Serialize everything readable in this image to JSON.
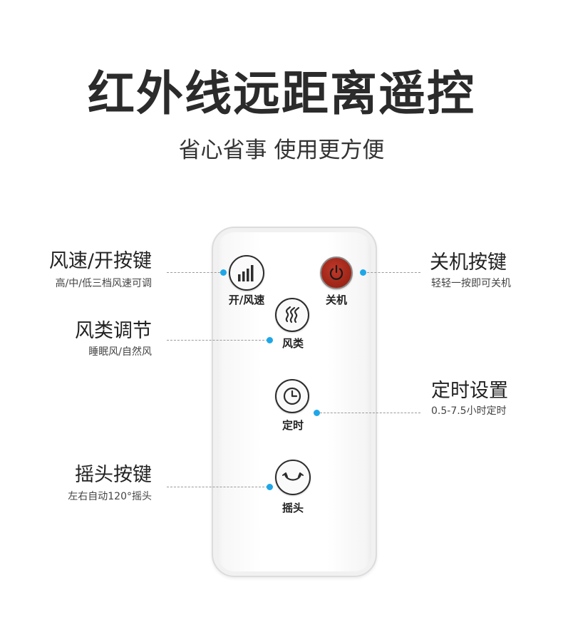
{
  "title": "红外线远距离遥控",
  "subtitle": "省心省事 使用更方便",
  "remote": {
    "buttons": {
      "speed_label": "开/风速",
      "power_label": "关机",
      "mode_label": "风类",
      "timer_label": "定时",
      "swing_label": "摇头"
    }
  },
  "callouts": {
    "speed": {
      "title": "风速/开按键",
      "desc": "高/中/低三档风速可调"
    },
    "mode": {
      "title": "风类调节",
      "desc": "睡眠风/自然风"
    },
    "swing": {
      "title": "摇头按键",
      "desc": "左右自动120°摇头"
    },
    "power": {
      "title": "关机按键",
      "desc": "轻轻一按即可关机"
    },
    "timer": {
      "title": "定时设置",
      "desc": "0.5-7.5小时定时"
    }
  },
  "colors": {
    "accent_dot": "#1ea7e8",
    "power_button": "#9c2416"
  }
}
